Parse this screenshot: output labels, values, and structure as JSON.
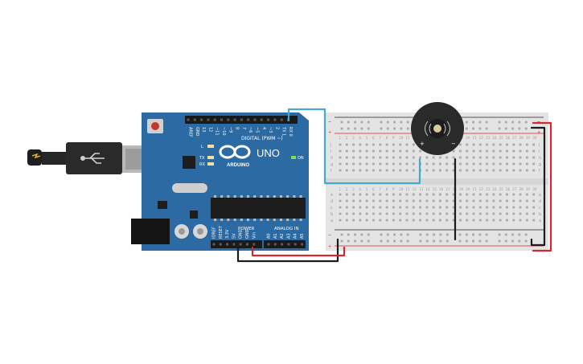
{
  "board": {
    "model": "UNO",
    "brand": "ARDUINO",
    "digital_header": "DIGITAL (PWM ~)",
    "power_header": "POWER",
    "analog_header": "ANALOG IN",
    "on_label": "ON",
    "l_label": "L",
    "tx_label": "TX",
    "rx_label": "RX",
    "digital_pins": [
      "AREF",
      "GND",
      "13",
      "12",
      "~11",
      "~10",
      "~9",
      "8",
      "7",
      "~6",
      "~5",
      "4",
      "~3",
      "2",
      "TX 1",
      "RX 0"
    ],
    "power_pins": [
      "IOREF",
      "RESET",
      "3.3V",
      "5V",
      "GND",
      "GND",
      "Vin"
    ],
    "analog_pins": [
      "A0",
      "A1",
      "A2",
      "A3",
      "A4",
      "A5"
    ]
  },
  "breadboard": {
    "row_letters_top": [
      "j",
      "i",
      "h",
      "g",
      "f"
    ],
    "row_letters_bottom": [
      "e",
      "d",
      "c",
      "b",
      "a"
    ],
    "columns": 30,
    "rail_minus": "−",
    "rail_plus": "+"
  },
  "buzzer": {
    "plus_label": "+",
    "minus_label": "−"
  },
  "colors": {
    "board": "#2b6aa2",
    "wire_signal": "#47a9c9",
    "wire_power": "#d6262e",
    "wire_ground": "#1b1b1b"
  }
}
